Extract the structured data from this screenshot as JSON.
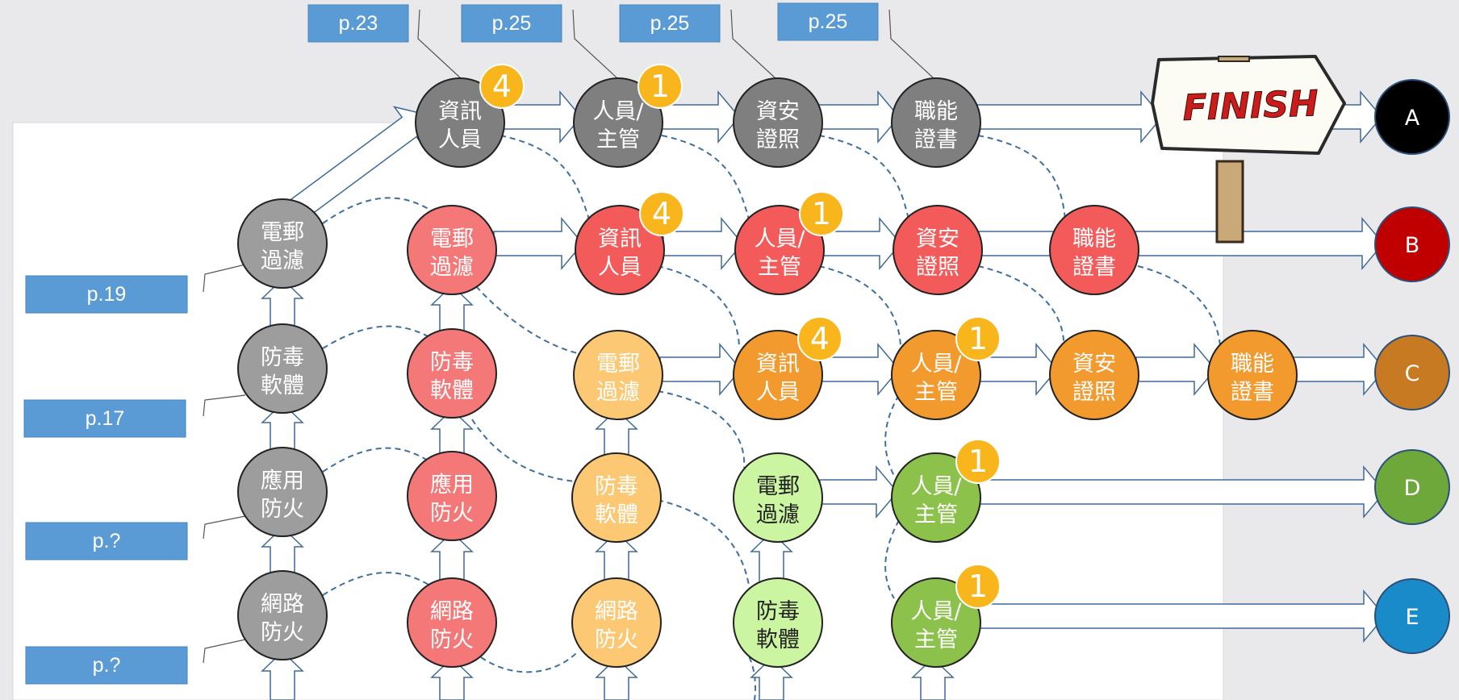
{
  "colors": {
    "gray": "#7f7f7f",
    "lightgray": "#9d9d9d",
    "red": "#f35b5b",
    "salmon": "#f47878",
    "orange": "#f29a2e",
    "peach": "#fdc873",
    "lightgreen": "#ccf5a1",
    "green": "#8cc24b",
    "badge": "#f8b51c",
    "ref_box": "#5b9bd5",
    "dashed": "#3f6f9f",
    "A": "#000000",
    "B": "#c00000",
    "C": "#c87a22",
    "D": "#6fa83a",
    "E": "#1a8bc9"
  },
  "references": {
    "top": [
      "p.23",
      "p.25",
      "p.25",
      "p.25"
    ],
    "left": [
      "p.19",
      "p.17",
      "p.?",
      "p.?"
    ]
  },
  "finish_sign": {
    "text": "FINISH"
  },
  "endpoints": [
    "A",
    "B",
    "C",
    "D",
    "E"
  ],
  "nodes": {
    "g_info": {
      "l1": "資訊",
      "l2": "人員",
      "badge": "4"
    },
    "g_staff": {
      "l1": "人員/",
      "l2": "主管",
      "badge": "1"
    },
    "g_sec": {
      "l1": "資安",
      "l2": "證照"
    },
    "g_cert": {
      "l1": "職能",
      "l2": "證書"
    },
    "c1_mail": {
      "l1": "電郵",
      "l2": "過濾"
    },
    "c1_av": {
      "l1": "防毒",
      "l2": "軟體"
    },
    "c1_app": {
      "l1": "應用",
      "l2": "防火"
    },
    "c1_net": {
      "l1": "網路",
      "l2": "防火"
    },
    "r_mail": {
      "l1": "電郵",
      "l2": "過濾"
    },
    "r_info": {
      "l1": "資訊",
      "l2": "人員",
      "badge": "4"
    },
    "r_staff": {
      "l1": "人員/",
      "l2": "主管",
      "badge": "1"
    },
    "r_sec": {
      "l1": "資安",
      "l2": "證照"
    },
    "r_cert": {
      "l1": "職能",
      "l2": "證書"
    },
    "c2_av": {
      "l1": "防毒",
      "l2": "軟體"
    },
    "c2_app": {
      "l1": "應用",
      "l2": "防火"
    },
    "c2_net": {
      "l1": "網路",
      "l2": "防火"
    },
    "o_mail": {
      "l1": "電郵",
      "l2": "過濾"
    },
    "o_info": {
      "l1": "資訊",
      "l2": "人員",
      "badge": "4"
    },
    "o_staff": {
      "l1": "人員/",
      "l2": "主管",
      "badge": "1"
    },
    "o_sec": {
      "l1": "資安",
      "l2": "證照"
    },
    "o_cert": {
      "l1": "職能",
      "l2": "證書"
    },
    "c3_av": {
      "l1": "防毒",
      "l2": "軟體"
    },
    "c3_net": {
      "l1": "網路",
      "l2": "防火"
    },
    "lg_mail": {
      "l1": "電郵",
      "l2": "過濾"
    },
    "lg_av": {
      "l1": "防毒",
      "l2": "軟體"
    },
    "gD_staff": {
      "l1": "人員/",
      "l2": "主管",
      "badge": "1"
    },
    "gE_staff": {
      "l1": "人員/",
      "l2": "主管",
      "badge": "1"
    }
  }
}
